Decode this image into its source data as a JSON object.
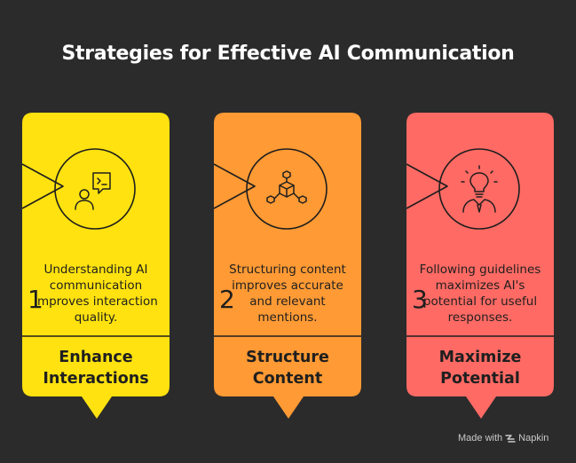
{
  "title": "Strategies for Effective AI Communication",
  "cards": [
    {
      "number": "1",
      "text": "Understanding AI communication improves interaction quality.",
      "label_lines": [
        "Enhance",
        "Interactions"
      ],
      "color": "#ffe20f",
      "icon": "person-chat-icon"
    },
    {
      "number": "2",
      "text": "Structuring content improves accurate and relevant mentions.",
      "label_lines": [
        "Structure",
        "Content"
      ],
      "color": "#ff9a34",
      "icon": "cube-network-icon"
    },
    {
      "number": "3",
      "text": "Following guidelines maximizes AI's potential for useful responses.",
      "label_lines": [
        "Maximize",
        "Potential"
      ],
      "color": "#ff6a64",
      "icon": "idea-person-icon"
    }
  ],
  "brand": {
    "made_with": "Made with",
    "name": "Napkin",
    "icon": "napkin-logo-icon"
  }
}
